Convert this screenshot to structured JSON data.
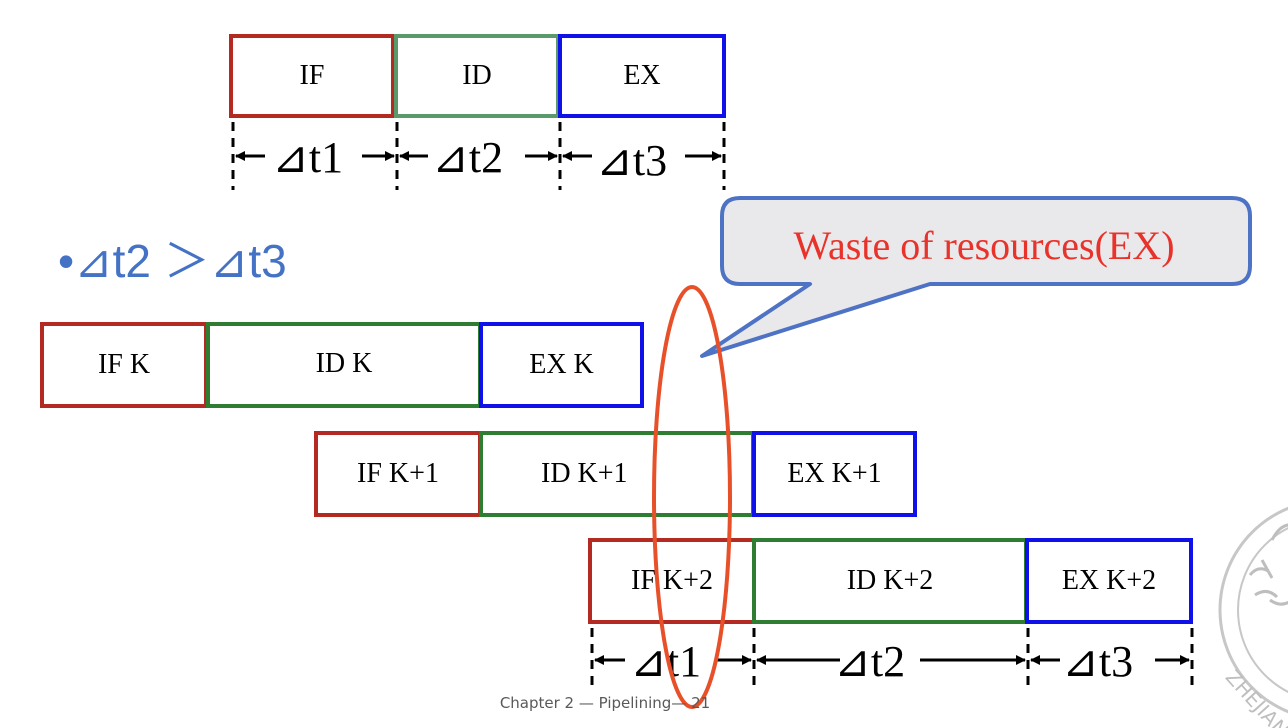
{
  "top_row": {
    "stages": [
      "IF",
      "ID",
      "EX"
    ],
    "intervals": [
      "⊿t1",
      "⊿t2",
      "⊿t3"
    ]
  },
  "condition": "•⊿t2 ＞⊿t3",
  "callout": "Waste of resources(EX)",
  "pipeline": {
    "row_k": [
      "IF K",
      "ID K",
      "EX K"
    ],
    "row_k1": [
      "IF  K+1",
      "ID K+1",
      "EX  K+1"
    ],
    "row_k2": [
      "IF  K+2",
      "ID  K+2",
      "EX  K+2"
    ]
  },
  "bottom_intervals": [
    "⊿t1",
    "⊿t2",
    "⊿t3"
  ],
  "footer": "Chapter 2 — Pipelining— 21",
  "colors": {
    "if": "#b22a22",
    "id": "#2e7d32",
    "ex": "#1010e8",
    "highlight": "#e8502a",
    "callout_fill": "#e9e9ec",
    "callout_border": "#4f73c4",
    "bullet_text": "#4472c4"
  }
}
